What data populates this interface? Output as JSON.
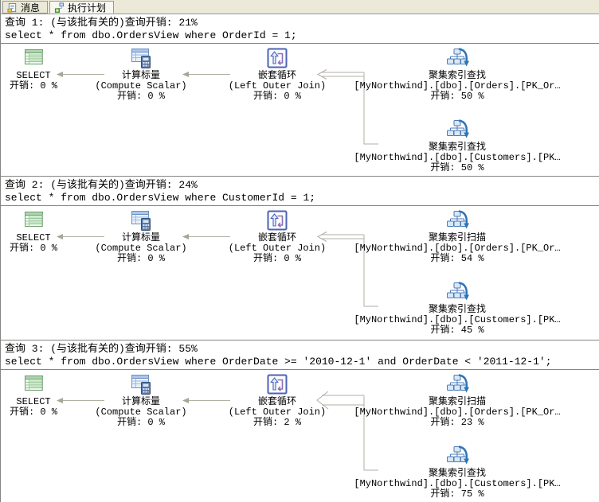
{
  "tabs": [
    {
      "label": "消息",
      "icon": "messages-icon",
      "active": false
    },
    {
      "label": "执行计划",
      "icon": "execution-plan-icon",
      "active": true
    }
  ],
  "colors": {
    "separator": "#848480",
    "arrow": "#b2afa3",
    "tabbar_bg": "#ece9d8",
    "select_icon_green": "#6b9e6b",
    "operator_icon_blue": "#4a7ab5"
  },
  "queries": [
    {
      "header": "查询 1: (与该批有关的)查询开销: 21%",
      "sql": "select * from dbo.OrdersView where OrderId = 1;",
      "nodes": {
        "select": {
          "icon": "result-table-icon",
          "title": "SELECT",
          "cost": "开销: 0 %"
        },
        "compute_scalar": {
          "icon": "compute-scalar-icon",
          "title": "计算标量",
          "subtitle": "(Compute Scalar)",
          "cost": "开销: 0 %"
        },
        "nested_loops": {
          "icon": "nested-loops-icon",
          "title": "嵌套循环",
          "subtitle": "(Left Outer Join)",
          "cost": "开销: 0 %"
        },
        "outer_input": {
          "icon": "clustered-index-icon",
          "title": "聚集索引查找",
          "subtitle": "[MyNorthwind].[dbo].[Orders].[PK_Or…",
          "cost": "开销: 50 %"
        },
        "inner_input": {
          "icon": "clustered-index-icon",
          "title": "聚集索引查找",
          "subtitle": "[MyNorthwind].[dbo].[Customers].[PK…",
          "cost": "开销: 50 %"
        }
      }
    },
    {
      "header": "查询 2: (与该批有关的)查询开销: 24%",
      "sql": "select * from dbo.OrdersView where CustomerId = 1;",
      "nodes": {
        "select": {
          "icon": "result-table-icon",
          "title": "SELECT",
          "cost": "开销: 0 %"
        },
        "compute_scalar": {
          "icon": "compute-scalar-icon",
          "title": "计算标量",
          "subtitle": "(Compute Scalar)",
          "cost": "开销: 0 %"
        },
        "nested_loops": {
          "icon": "nested-loops-icon",
          "title": "嵌套循环",
          "subtitle": "(Left Outer Join)",
          "cost": "开销: 0 %"
        },
        "outer_input": {
          "icon": "clustered-index-icon",
          "title": "聚集索引扫描",
          "subtitle": "[MyNorthwind].[dbo].[Orders].[PK_Or…",
          "cost": "开销: 54 %"
        },
        "inner_input": {
          "icon": "clustered-index-icon",
          "title": "聚集索引查找",
          "subtitle": "[MyNorthwind].[dbo].[Customers].[PK…",
          "cost": "开销: 45 %"
        }
      }
    },
    {
      "header": "查询 3: (与该批有关的)查询开销: 55%",
      "sql": "select * from dbo.OrdersView where OrderDate >= '2010-12-1' and OrderDate < '2011-12-1';",
      "nodes": {
        "select": {
          "icon": "result-table-icon",
          "title": "SELECT",
          "cost": "开销: 0 %"
        },
        "compute_scalar": {
          "icon": "compute-scalar-icon",
          "title": "计算标量",
          "subtitle": "(Compute Scalar)",
          "cost": "开销: 0 %"
        },
        "nested_loops": {
          "icon": "nested-loops-icon",
          "title": "嵌套循环",
          "subtitle": "(Left Outer Join)",
          "cost": "开销: 2 %"
        },
        "outer_input": {
          "icon": "clustered-index-icon",
          "title": "聚集索引扫描",
          "subtitle": "[MyNorthwind].[dbo].[Orders].[PK_Or…",
          "cost": "开销: 23 %"
        },
        "inner_input": {
          "icon": "clustered-index-icon",
          "title": "聚集索引查找",
          "subtitle": "[MyNorthwind].[dbo].[Customers].[PK…",
          "cost": "开销: 75 %"
        }
      }
    }
  ]
}
